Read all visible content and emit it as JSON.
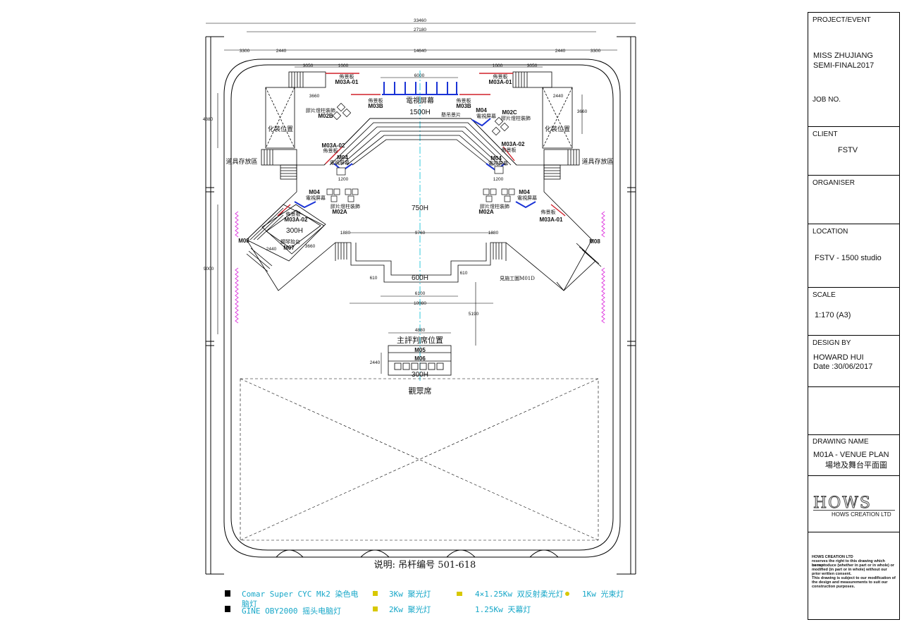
{
  "title_block": {
    "project_label": "PROJECT/EVENT",
    "project_value_1": "MISS ZHUJIANG",
    "project_value_2": "SEMI-FINAL2017",
    "job_label": "JOB  NO.",
    "client_label": "CLIENT",
    "client_value": "FSTV",
    "organiser_label": "ORGANISER",
    "location_label": "LOCATION",
    "location_value": "FSTV - 1500 studio",
    "scale_label": "SCALE",
    "scale_value": "1:170 (A3)",
    "design_label": "DESIGN  BY",
    "design_value": "HOWARD HUI",
    "date_value": "Date :30/06/2017",
    "drawing_label": "DRAWING  NAME",
    "drawing_value": "M01A - VENUE PLAN",
    "drawing_value_cn": "場地及舞台平面圖",
    "logo_text": "HOWS",
    "company_text": "HOWS CREATION LTD",
    "notice_title": "HOWS CREATION LTD",
    "notice_lines": [
      "reserves the right to this drawing which connot",
      "be reproduce (whether in part or in whole) or",
      "modified (in part or in whole) without our",
      "prior written consent.",
      "This drawing is subject to our modification of",
      "the design and measurements to suit our",
      "construction purposes."
    ]
  },
  "dimensions": {
    "overall_width": "33460",
    "inner_width": "27180",
    "side_left": "3300",
    "side_right": "3300",
    "upper_left": "2440",
    "center_top": "14640",
    "upper_right": "2440",
    "left_seg": "3050",
    "right_seg": "3050",
    "left_small": "1000",
    "right_small": "1000",
    "screen_width": "6000",
    "left_depth": "3660",
    "right_depth": "3660",
    "left_vertical": "4880",
    "right_box": "2440",
    "mid_1200_left": "1200",
    "mid_1200_right": "1200",
    "stage_left": "1880",
    "stage_center": "9760",
    "stage_right": "1880",
    "step_left": "610",
    "step_right": "610",
    "step_width": "6100",
    "stage_base": "10980",
    "judges_gap": "5190",
    "judges_width": "4880",
    "judges_depth": "2440",
    "left_side_v": "9000",
    "piano_2440": "2440",
    "piano_3660": "3660"
  },
  "labels": {
    "m03a_01_left": "M03A-01",
    "m03a_01_right": "M03A-01",
    "prop_board": "佈景板",
    "tv_screen": "電視屏幕",
    "m03b_left": "M03B",
    "m03b_right": "M03B",
    "height_1500": "1500H",
    "hanging_board": "懸吊景片",
    "m02b": "M02B",
    "m02b_cn": "膠片燈柱裝飾",
    "m02c": "M02C",
    "m02c_cn": "膠片燈柱裝飾",
    "m04": "M04",
    "makeup_left": "化裝位置",
    "makeup_right": "化裝位置",
    "storage_left": "道具存放區",
    "storage_right": "道具存放區",
    "m03a_02_left": "M03A-02",
    "m03a_02_right": "M03A-02",
    "height_750": "750H",
    "m02a": "M02A",
    "m03a_02_lower": "M03A-02",
    "m03a_01_lower": "M03A-01",
    "height_300_left": "300H",
    "piano_cn": "鋼琴抬台",
    "m07": "M07",
    "m08_left": "M08",
    "m08_right": "M08",
    "height_600": "600H",
    "show_worker": "見施工圖M01D",
    "judges_cn": "主評判席位置",
    "m05": "M05",
    "m06": "M06",
    "height_300_judges": "300H",
    "audience_cn": "觀眾席",
    "note": "说明: 吊杆编号 501-618"
  },
  "legend": [
    {
      "text": "Comar Super CYC Mk2 染色电",
      "text2": "脑灯",
      "icon": "moving-light-icon"
    },
    {
      "text": "GINE OBY2000 摇头电脑灯",
      "icon": "beam-light-icon"
    },
    {
      "text": "3Kw 聚光灯",
      "icon": "spotlight-3kw-icon"
    },
    {
      "text": "2Kw 聚光灯",
      "icon": "spotlight-2kw-icon"
    },
    {
      "text": "4×1.25Kw 双反射柔光灯",
      "icon": "soft-light-icon"
    },
    {
      "text": "1.25Kw 天幕灯",
      "icon": "cyc-light-icon"
    },
    {
      "text": "1Kw 光束灯",
      "icon": "beam-1kw-icon"
    }
  ],
  "colors": {
    "axis": "#00bcd4",
    "screen": "#1a33d6",
    "red": "#d0202a",
    "magenta": "#e040e0",
    "legend_cyan": "#17a7c8",
    "legend_yellow": "#d8c800"
  }
}
